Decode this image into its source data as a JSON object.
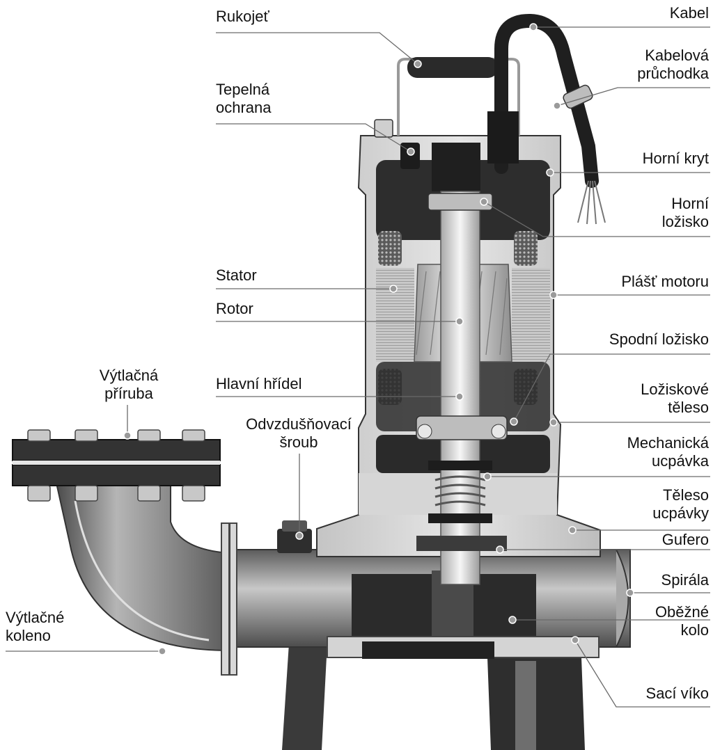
{
  "labels": {
    "rukojet": "Rukojeť",
    "tepelna_ochrana": [
      "Tepelná",
      "ochrana"
    ],
    "stator": "Stator",
    "rotor": "Rotor",
    "hlavni_hridel": "Hlavní hřídel",
    "vytlacna_priruba": [
      "Výtlačná",
      "příruba"
    ],
    "odvzdusnovaci_sroub": [
      "Odvzdušňovací",
      "šroub"
    ],
    "vytlacne_koleno": [
      "Výtlačné",
      "koleno"
    ],
    "kabel": "Kabel",
    "kabelova_pruchodka": [
      "Kabelová",
      "průchodka"
    ],
    "horni_kryt": "Horní kryt",
    "horni_lozisko": [
      "Horní",
      "ložisko"
    ],
    "plast_motoru": "Plášť motoru",
    "spodni_lozisko": "Spodní ložisko",
    "loziskove_teleso": [
      "Ložiskové",
      "těleso"
    ],
    "mechanicka_ucpavka": [
      "Mechanická",
      "ucpávka"
    ],
    "teleso_ucpavky": [
      "Těleso",
      "ucpávky"
    ],
    "gufero": "Gufero",
    "spirala": "Spirála",
    "obezne_kolo": [
      "Oběžné",
      "kolo"
    ],
    "saci_viko": "Sací víko"
  },
  "colors": {
    "text": "#111111",
    "leader": "#6a6a6a",
    "casing": "#d2d2d2",
    "dark_part": "#2b2b2b",
    "mid_part": "#8a8a8a"
  }
}
